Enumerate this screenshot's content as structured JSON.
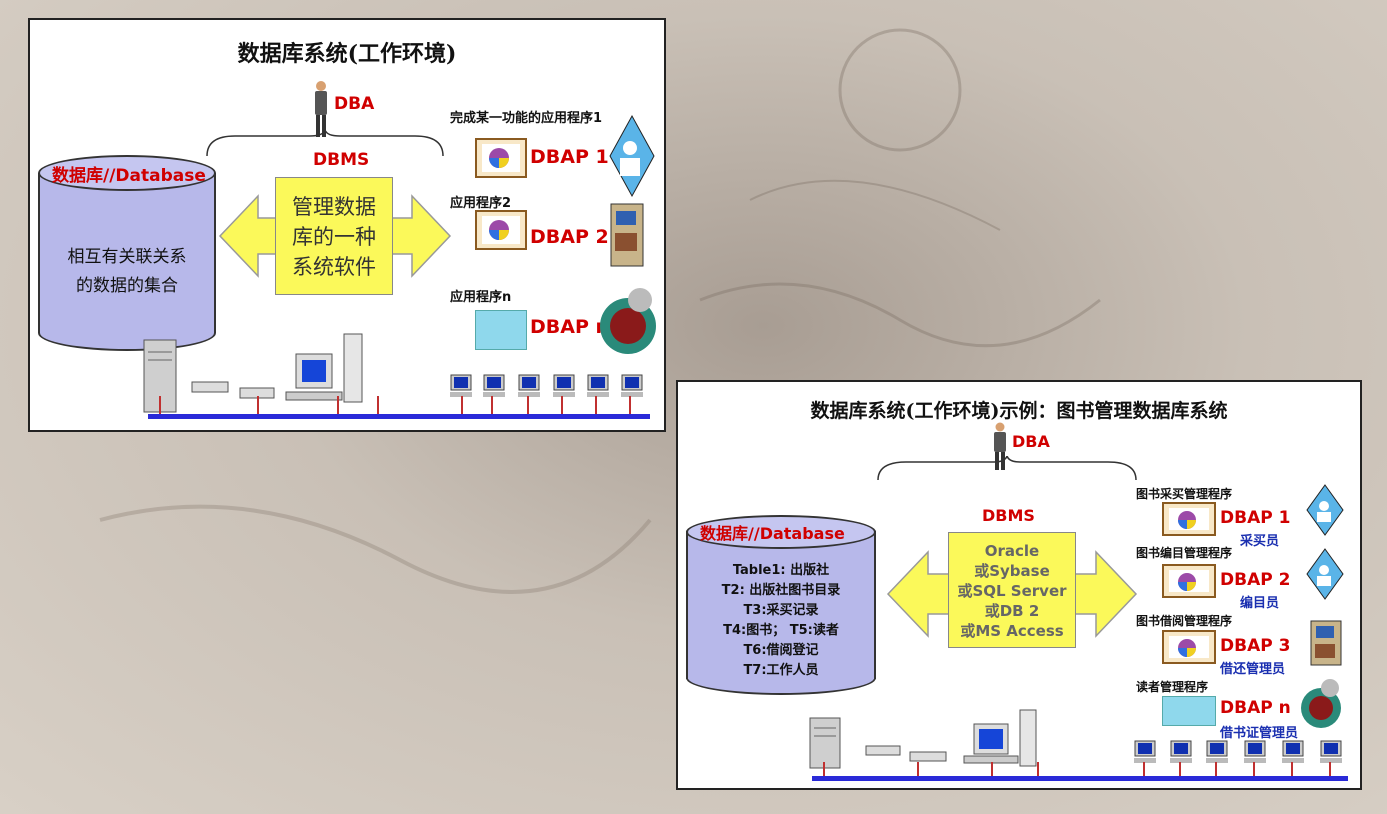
{
  "panel1": {
    "title": "数据库系统(工作环境)",
    "dba_label": "DBA",
    "dbms_label": "DBMS",
    "db_label": "数据库//Database",
    "db_desc_lines": [
      "相互有关联关系",
      "的数据的集合"
    ],
    "dbms_desc_lines": [
      "管理数据",
      "库的一种",
      "系统软件"
    ],
    "apps": [
      {
        "caption": "完成某一功能的应用程序1",
        "label": "DBAP 1"
      },
      {
        "caption": "应用程序2",
        "label": "DBAP 2"
      },
      {
        "caption": "应用程序n",
        "label": "DBAP n"
      }
    ]
  },
  "panel2": {
    "title": "数据库系统(工作环境)示例：图书管理数据库系统",
    "dba_label": "DBA",
    "dbms_label": "DBMS",
    "db_label": "数据库//Database",
    "tables": [
      "Table1: 出版社",
      "T2: 出版社图书目录",
      "T3:采买记录",
      "T4:图书； T5:读者",
      "T6:借阅登记",
      "T7:工作人员"
    ],
    "dbms_products": [
      "Oracle",
      "或Sybase",
      "或SQL Server",
      "或DB 2",
      "或MS Access"
    ],
    "apps": [
      {
        "caption": "图书采买管理程序",
        "label": "DBAP 1",
        "role": "采买员"
      },
      {
        "caption": "图书编目管理程序",
        "label": "DBAP 2",
        "role": "编目员"
      },
      {
        "caption": "图书借阅管理程序",
        "label": "DBAP 3",
        "role": "借还管理员"
      },
      {
        "caption": "读者管理程序",
        "label": "DBAP n",
        "role": "借书证管理员"
      }
    ]
  },
  "colors": {
    "accent_red": "#d00000",
    "arrow_yellow": "#fbf95a",
    "cylinder": "#b7b8ea",
    "network_blue": "#2a2ad8",
    "role_blue": "#1a2fb0"
  }
}
